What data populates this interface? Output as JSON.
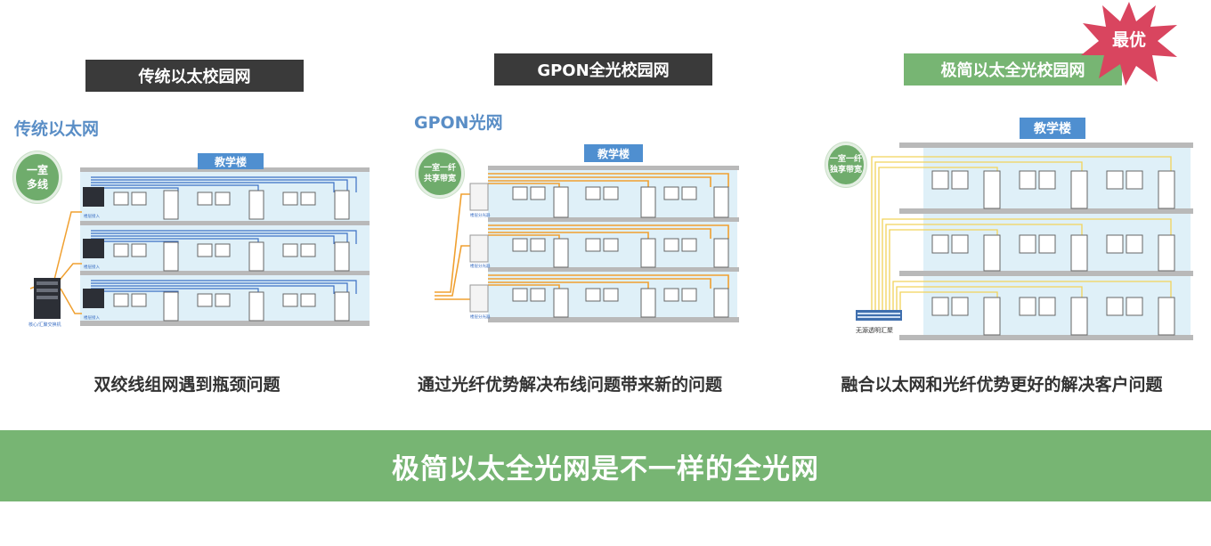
{
  "columns": [
    {
      "header": "传统以太校园网",
      "network_title": "传统以太网",
      "badge": [
        "一室",
        "多线"
      ],
      "building_label": "教学楼",
      "device_labels": [
        "楼层接入",
        "楼层接入",
        "楼层接入",
        "核心/汇聚交换机"
      ],
      "caption": "双绞线组网遇到瓶颈问题",
      "cable_color": "#3b6fc4"
    },
    {
      "header": "GPON全光校园网",
      "network_title": "GPON光网",
      "badge": [
        "一室一纤",
        "共享带宽"
      ],
      "building_label": "教学楼",
      "device_labels": [
        "楼层分光器",
        "楼层分光器",
        "楼层分光器"
      ],
      "caption": "通过光纤优势解决布线问题带来新的问题",
      "cable_color": "#f0a030"
    },
    {
      "header": "极简以太全光校园网",
      "network_title": "",
      "badge": [
        "一室一纤",
        "独享带宽"
      ],
      "building_label": "教学楼",
      "device_labels": [
        "无源透明汇聚"
      ],
      "caption": "融合以太网和光纤优势更好的解决客户问题",
      "cable_color": "#f2d35a",
      "highlight": "最优"
    }
  ],
  "banner": "极简以太全光网是不一样的全光网",
  "colors": {
    "dark_header": "#3a3a3a",
    "green": "#77b573",
    "accent_red": "#d9455f",
    "blue_title": "#5a8ec6"
  }
}
